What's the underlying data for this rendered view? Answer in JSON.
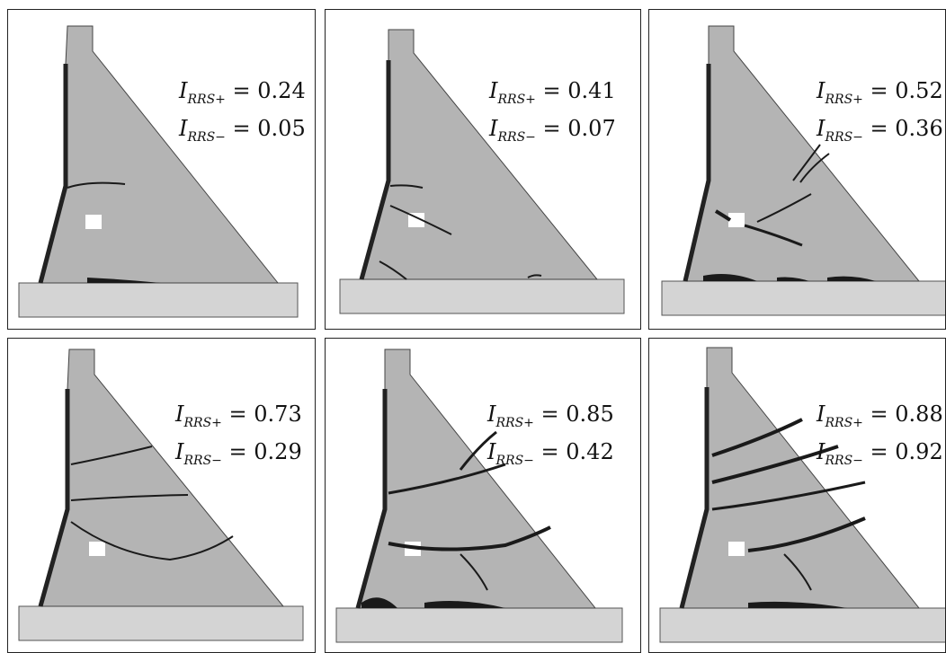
{
  "panels": [
    {
      "ip_base": "I",
      "ip_sub": "RRS+",
      "ip_value": "= 0.24",
      "im_base": "I",
      "im_sub": "RRS−",
      "im_value": "= 0.05"
    },
    {
      "ip_base": "I",
      "ip_sub": "RRS+",
      "ip_value": "= 0.41",
      "im_base": "I",
      "im_sub": "RRS−",
      "im_value": "= 0.07"
    },
    {
      "ip_base": "I",
      "ip_sub": "RRS+",
      "ip_value": "= 0.52",
      "im_base": "I",
      "im_sub": "RRS−",
      "im_value": "= 0.36"
    },
    {
      "ip_base": "I",
      "ip_sub": "RRS+",
      "ip_value": "= 0.73",
      "im_base": "I",
      "im_sub": "RRS−",
      "im_value": "= 0.29"
    },
    {
      "ip_base": "I",
      "ip_sub": "RRS+",
      "ip_value": "= 0.85",
      "im_base": "I",
      "im_sub": "RRS−",
      "im_value": "= 0.42"
    },
    {
      "ip_base": "I",
      "ip_sub": "RRS+",
      "ip_value": "= 0.88",
      "im_base": "I",
      "im_sub": "RRS−",
      "im_value": "= 0.92"
    }
  ],
  "colors": {
    "dam": "#b4b4b4",
    "foundation": "#d4d4d4",
    "crack": "#1a1a1a",
    "outline": "#444444"
  }
}
